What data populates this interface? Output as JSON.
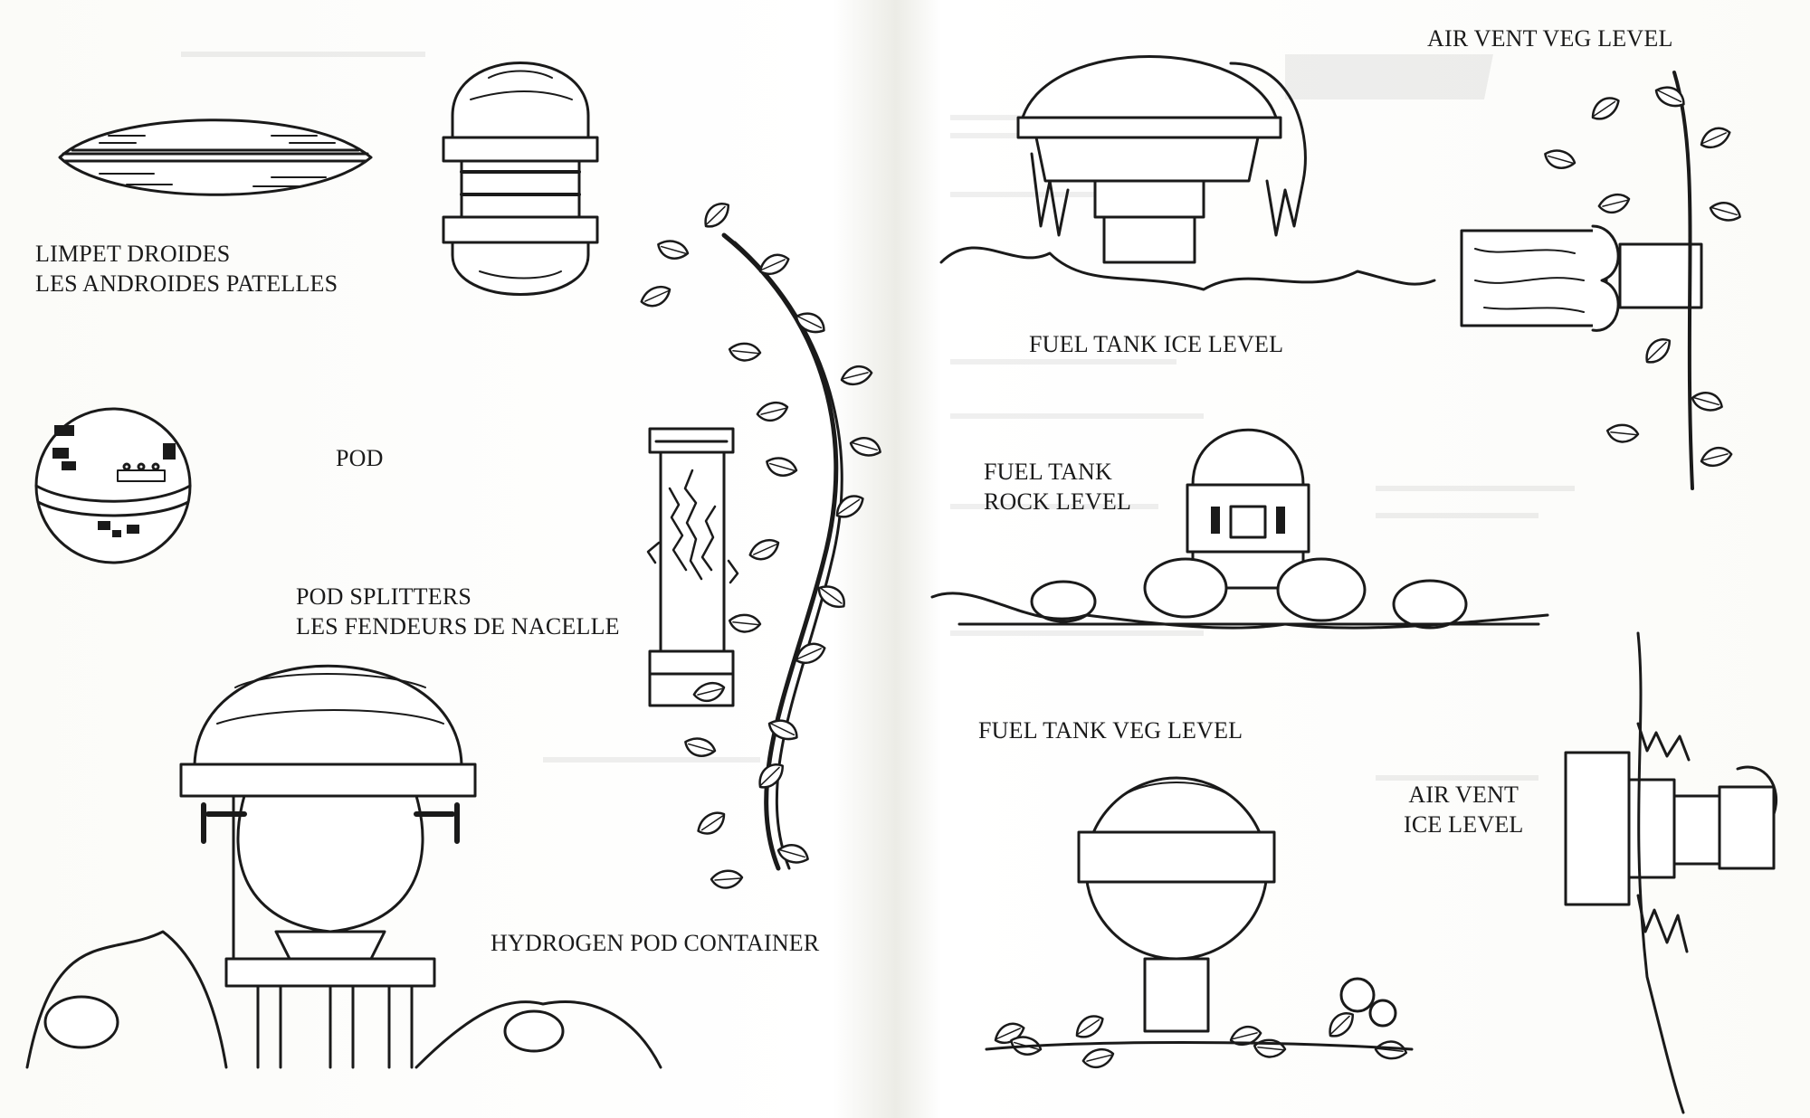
{
  "captions": {
    "limpet": {
      "line1": "LIMPET DROIDES",
      "line2": "LES ANDROIDES PATELLES"
    },
    "pod": "POD",
    "splitters": {
      "line1": "POD SPLITTERS",
      "line2": "LES FENDEURS DE NACELLE"
    },
    "hydrogen": "HYDROGEN POD CONTAINER",
    "fuel_ice": "FUEL TANK ICE LEVEL",
    "fuel_rock": {
      "line1": "FUEL TANK",
      "line2": "ROCK LEVEL"
    },
    "fuel_veg": "FUEL TANK VEG LEVEL",
    "air_veg": "AIR VENT VEG LEVEL",
    "air_ice": {
      "line1": "AIR VENT",
      "line2": "ICE LEVEL"
    }
  },
  "ink_color": "#1a1a1a",
  "paper_color": "#fdfdfb"
}
